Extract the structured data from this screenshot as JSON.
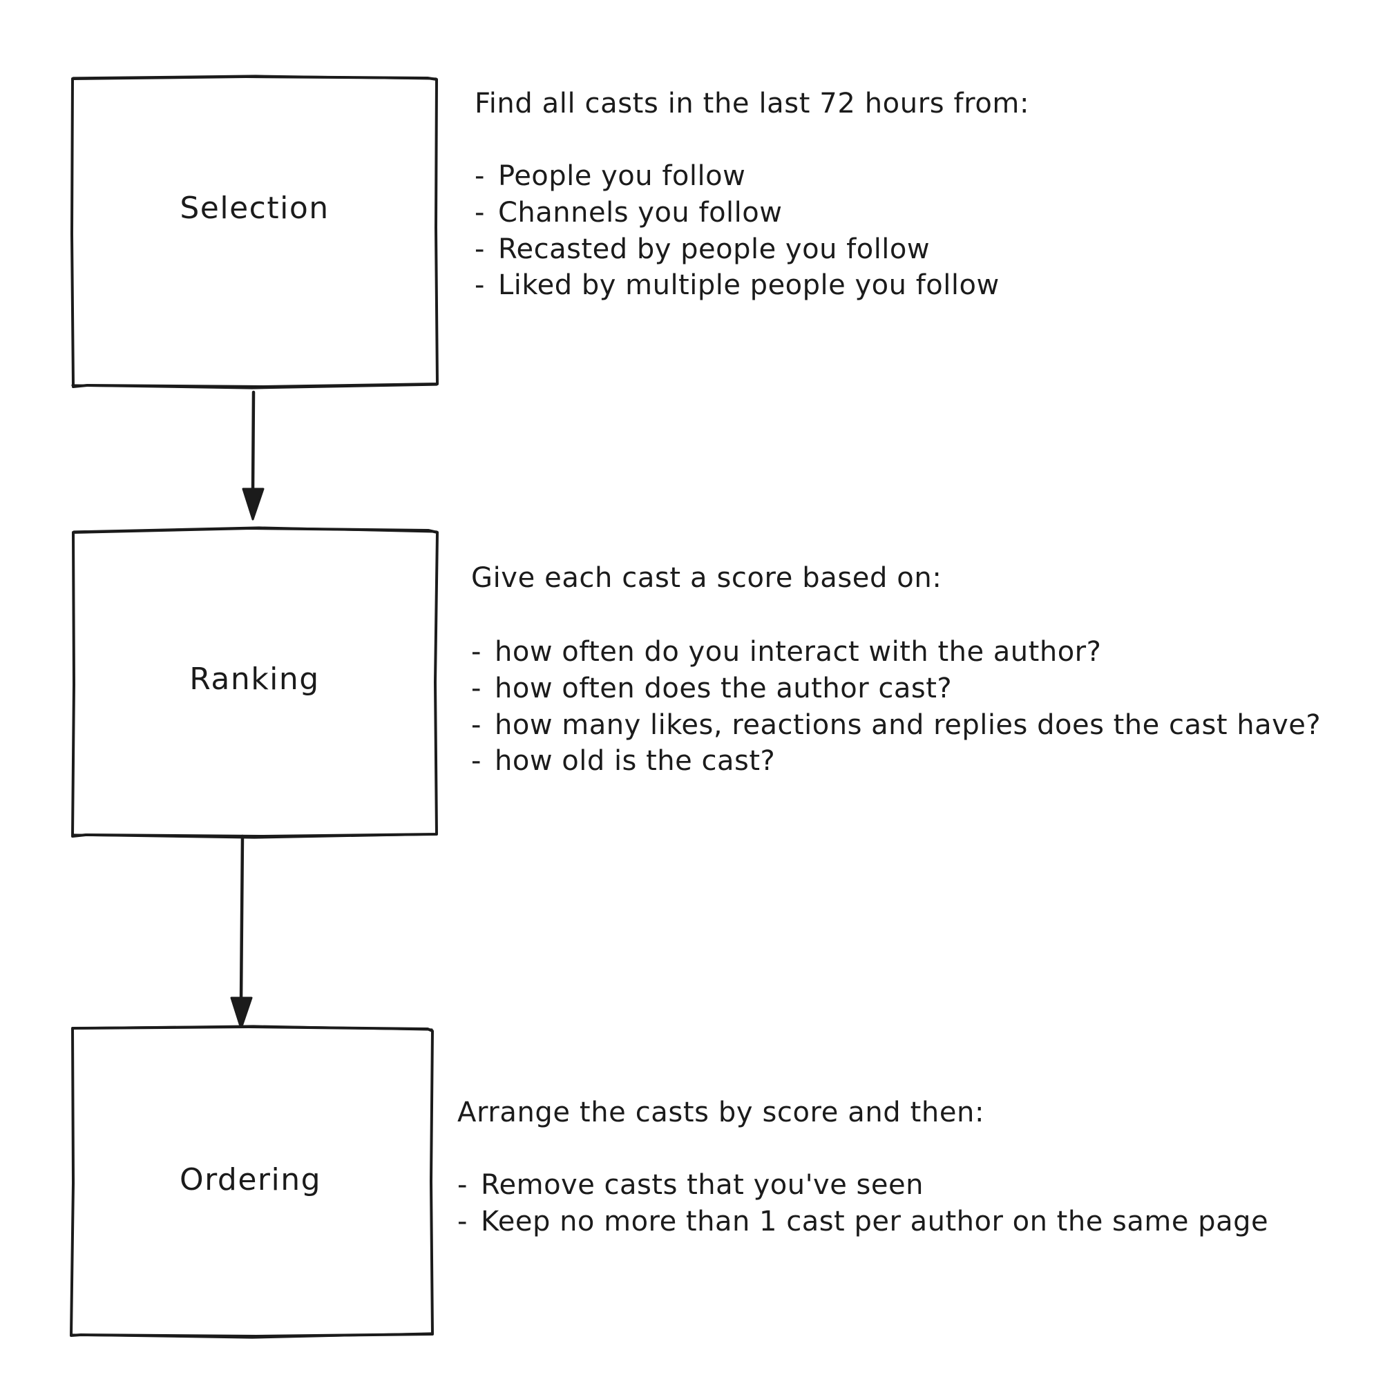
{
  "diagram": {
    "type": "flowchart",
    "orientation": "vertical",
    "style": "hand-drawn-sketch",
    "background_color": "#ffffff",
    "stroke_color": "#1b1b1b",
    "nodes": [
      {
        "id": "selection",
        "label": "Selection",
        "shape": "rectangle"
      },
      {
        "id": "ranking",
        "label": "Ranking",
        "shape": "rectangle"
      },
      {
        "id": "ordering",
        "label": "Ordering",
        "shape": "rectangle"
      }
    ],
    "edges": [
      {
        "id": "edge-1",
        "from": "selection",
        "to": "ranking",
        "arrow": "down"
      },
      {
        "id": "edge-2",
        "from": "ranking",
        "to": "ordering",
        "arrow": "down"
      }
    ],
    "annotations": [
      {
        "id": "selection",
        "headline": "Find all casts in the last 72 hours from:",
        "bullets": [
          "People you follow",
          "Channels you follow",
          "Recasted by people you follow",
          "Liked by multiple people you follow"
        ]
      },
      {
        "id": "ranking",
        "headline": "Give each cast a score based on:",
        "bullets": [
          "how often do you interact with the author?",
          "how often does the author cast?",
          "how many likes, reactions and replies does the cast have?",
          "how old is the cast?"
        ]
      },
      {
        "id": "ordering",
        "headline": "Arrange the casts by score and then:",
        "bullets": [
          "Remove casts that you've seen",
          "Keep no more than 1 cast per author on the same page"
        ]
      }
    ],
    "bullet_marker": "-"
  }
}
